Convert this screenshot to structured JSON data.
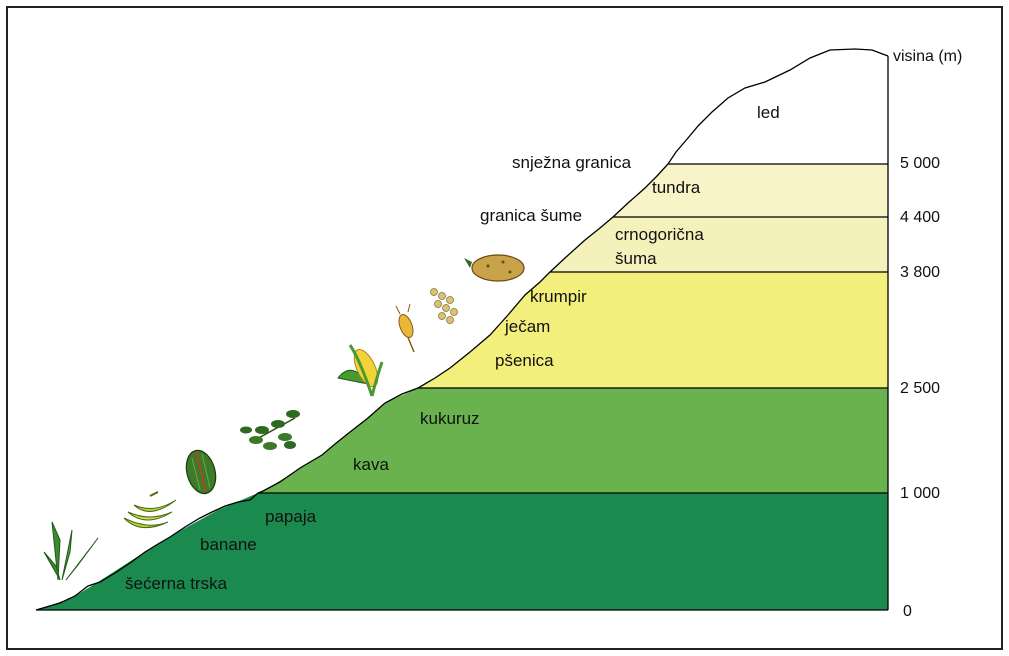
{
  "axis": {
    "unit_label": "visina (m)",
    "ticks": [
      "5 000",
      "4 400",
      "3 800",
      "2 500",
      "1 000",
      "0"
    ]
  },
  "zone_colors": {
    "sugarcane_zone": "#1b8a4e",
    "coffee_zone": "#6ab24e",
    "grain_zone": "#f3ef7c",
    "conifer_zone": "#f5f1ba",
    "tundra_zone": "#f8f4c8",
    "ice_zone": "#ffffff"
  },
  "labels": {
    "led": "led",
    "snow_line": "snježna granica",
    "tundra": "tundra",
    "tree_line": "granica šume",
    "conifer_line1": "crnogorična",
    "conifer_line2": "šuma",
    "krumpir": "krumpir",
    "jecam": "ječam",
    "psenica": "pšenica",
    "kukuruz": "kukuruz",
    "kava": "kava",
    "papaja": "papaja",
    "banane": "banane",
    "secerna_trska": "šećerna trska"
  },
  "icons": [
    "sugarcane-icon",
    "bananas-icon",
    "papaya-icon",
    "coffee-plant-icon",
    "corn-icon",
    "wheat-icon",
    "barley-icon",
    "potato-icon"
  ]
}
